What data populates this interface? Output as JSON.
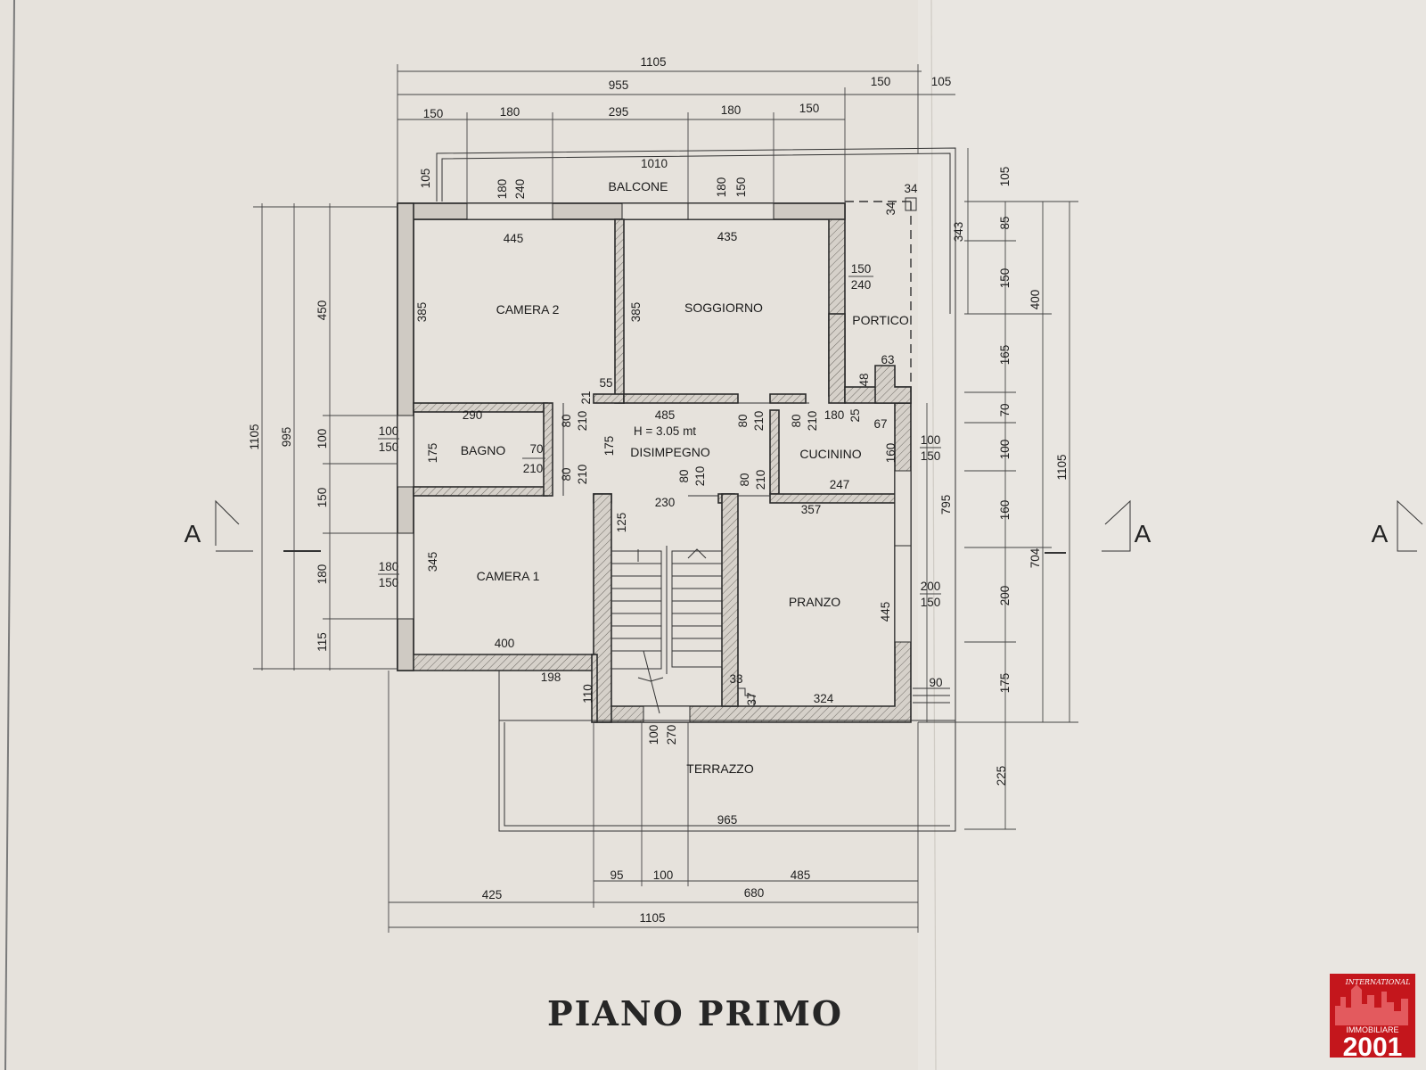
{
  "title": "PIANO PRIMO",
  "rooms": {
    "camera2": "CAMERA 2",
    "soggiorno": "SOGGIORNO",
    "portico": "PORTICO",
    "bagno": "BAGNO",
    "disimpegno": "DISIMPEGNO",
    "cucinino": "CUCININO",
    "camera1": "CAMERA 1",
    "pranzo": "PRANZO",
    "balcone": "BALCONE",
    "terrazzo": "TERRAZZO"
  },
  "ceiling_height": "H = 3.05 mt",
  "section_marker": "A",
  "dims_top": {
    "overall": "1105",
    "sub1": "955",
    "sub2": "150",
    "sub3": "105",
    "c1": "150",
    "c2": "180",
    "c3": "295",
    "c4": "180",
    "c5": "150",
    "balcony_len": "1010",
    "balcony_depth": "105",
    "w1_top": "180",
    "w1_bot": "240",
    "w2_top": "180",
    "w2_bot": "150",
    "post_a": "34",
    "post_b": "34"
  },
  "dims_left": {
    "overall": "1105",
    "sub": "995",
    "c1": "450",
    "c2": "100",
    "c3": "150",
    "c4": "180",
    "c5": "115",
    "win_bagno_top": "100",
    "win_bagno_bot": "150",
    "win_cam1_top": "180",
    "win_cam1_bot": "150"
  },
  "dims_right": {
    "a1": "105",
    "a2": "343",
    "b1": "85",
    "b2": "150",
    "b3": "165",
    "b4": "70",
    "b5": "100",
    "b6": "160",
    "b7": "200",
    "b8": "175",
    "b9": "225",
    "c1": "400",
    "c2": "704",
    "overall": "1105",
    "mid": "795",
    "win_cuc_top": "100",
    "win_cuc_bot": "150",
    "win_pr_top": "200",
    "win_pr_bot": "150",
    "step": "90"
  },
  "dims_bottom": {
    "b1": "95",
    "b2": "100",
    "b3": "485",
    "c1": "425",
    "c2": "680",
    "overall": "1105"
  },
  "interior": {
    "cam2_w": "445",
    "cam2_h": "385",
    "sog_w": "435",
    "sog_h": "385",
    "win_sog_top": "150",
    "win_sog_bot": "240",
    "d55": "55",
    "d21": "21",
    "por_63": "63",
    "por_48": "48",
    "bagno_w": "290",
    "bagno_h": "175",
    "door_b_top": "70",
    "door_b_bot": "210",
    "dis_w": "485",
    "dis_h": "175",
    "door_80": "80",
    "door_210": "210",
    "cuc_180": "180",
    "cuc_25": "25",
    "cuc_67": "67",
    "cuc_h": "160",
    "cuc_w": "247",
    "stair_w": "230",
    "stair_h": "125",
    "cam1_h": "345",
    "cam1_w": "400",
    "pranzo_w": "357",
    "pranzo_h": "445",
    "pranzo_b": "324",
    "p33": "33",
    "p37": "37",
    "t198": "198",
    "t110": "110",
    "t100": "100",
    "t270": "270",
    "terr_w": "965"
  },
  "logo": {
    "line1": "INTERNATIONAL",
    "line2": "IMMOBILIARE",
    "line3": "2001"
  },
  "colors": {
    "paper": "#e6e2dc",
    "ink": "#222222",
    "wall_fill": "#cfcac3",
    "logo_red": "#c4161c"
  }
}
